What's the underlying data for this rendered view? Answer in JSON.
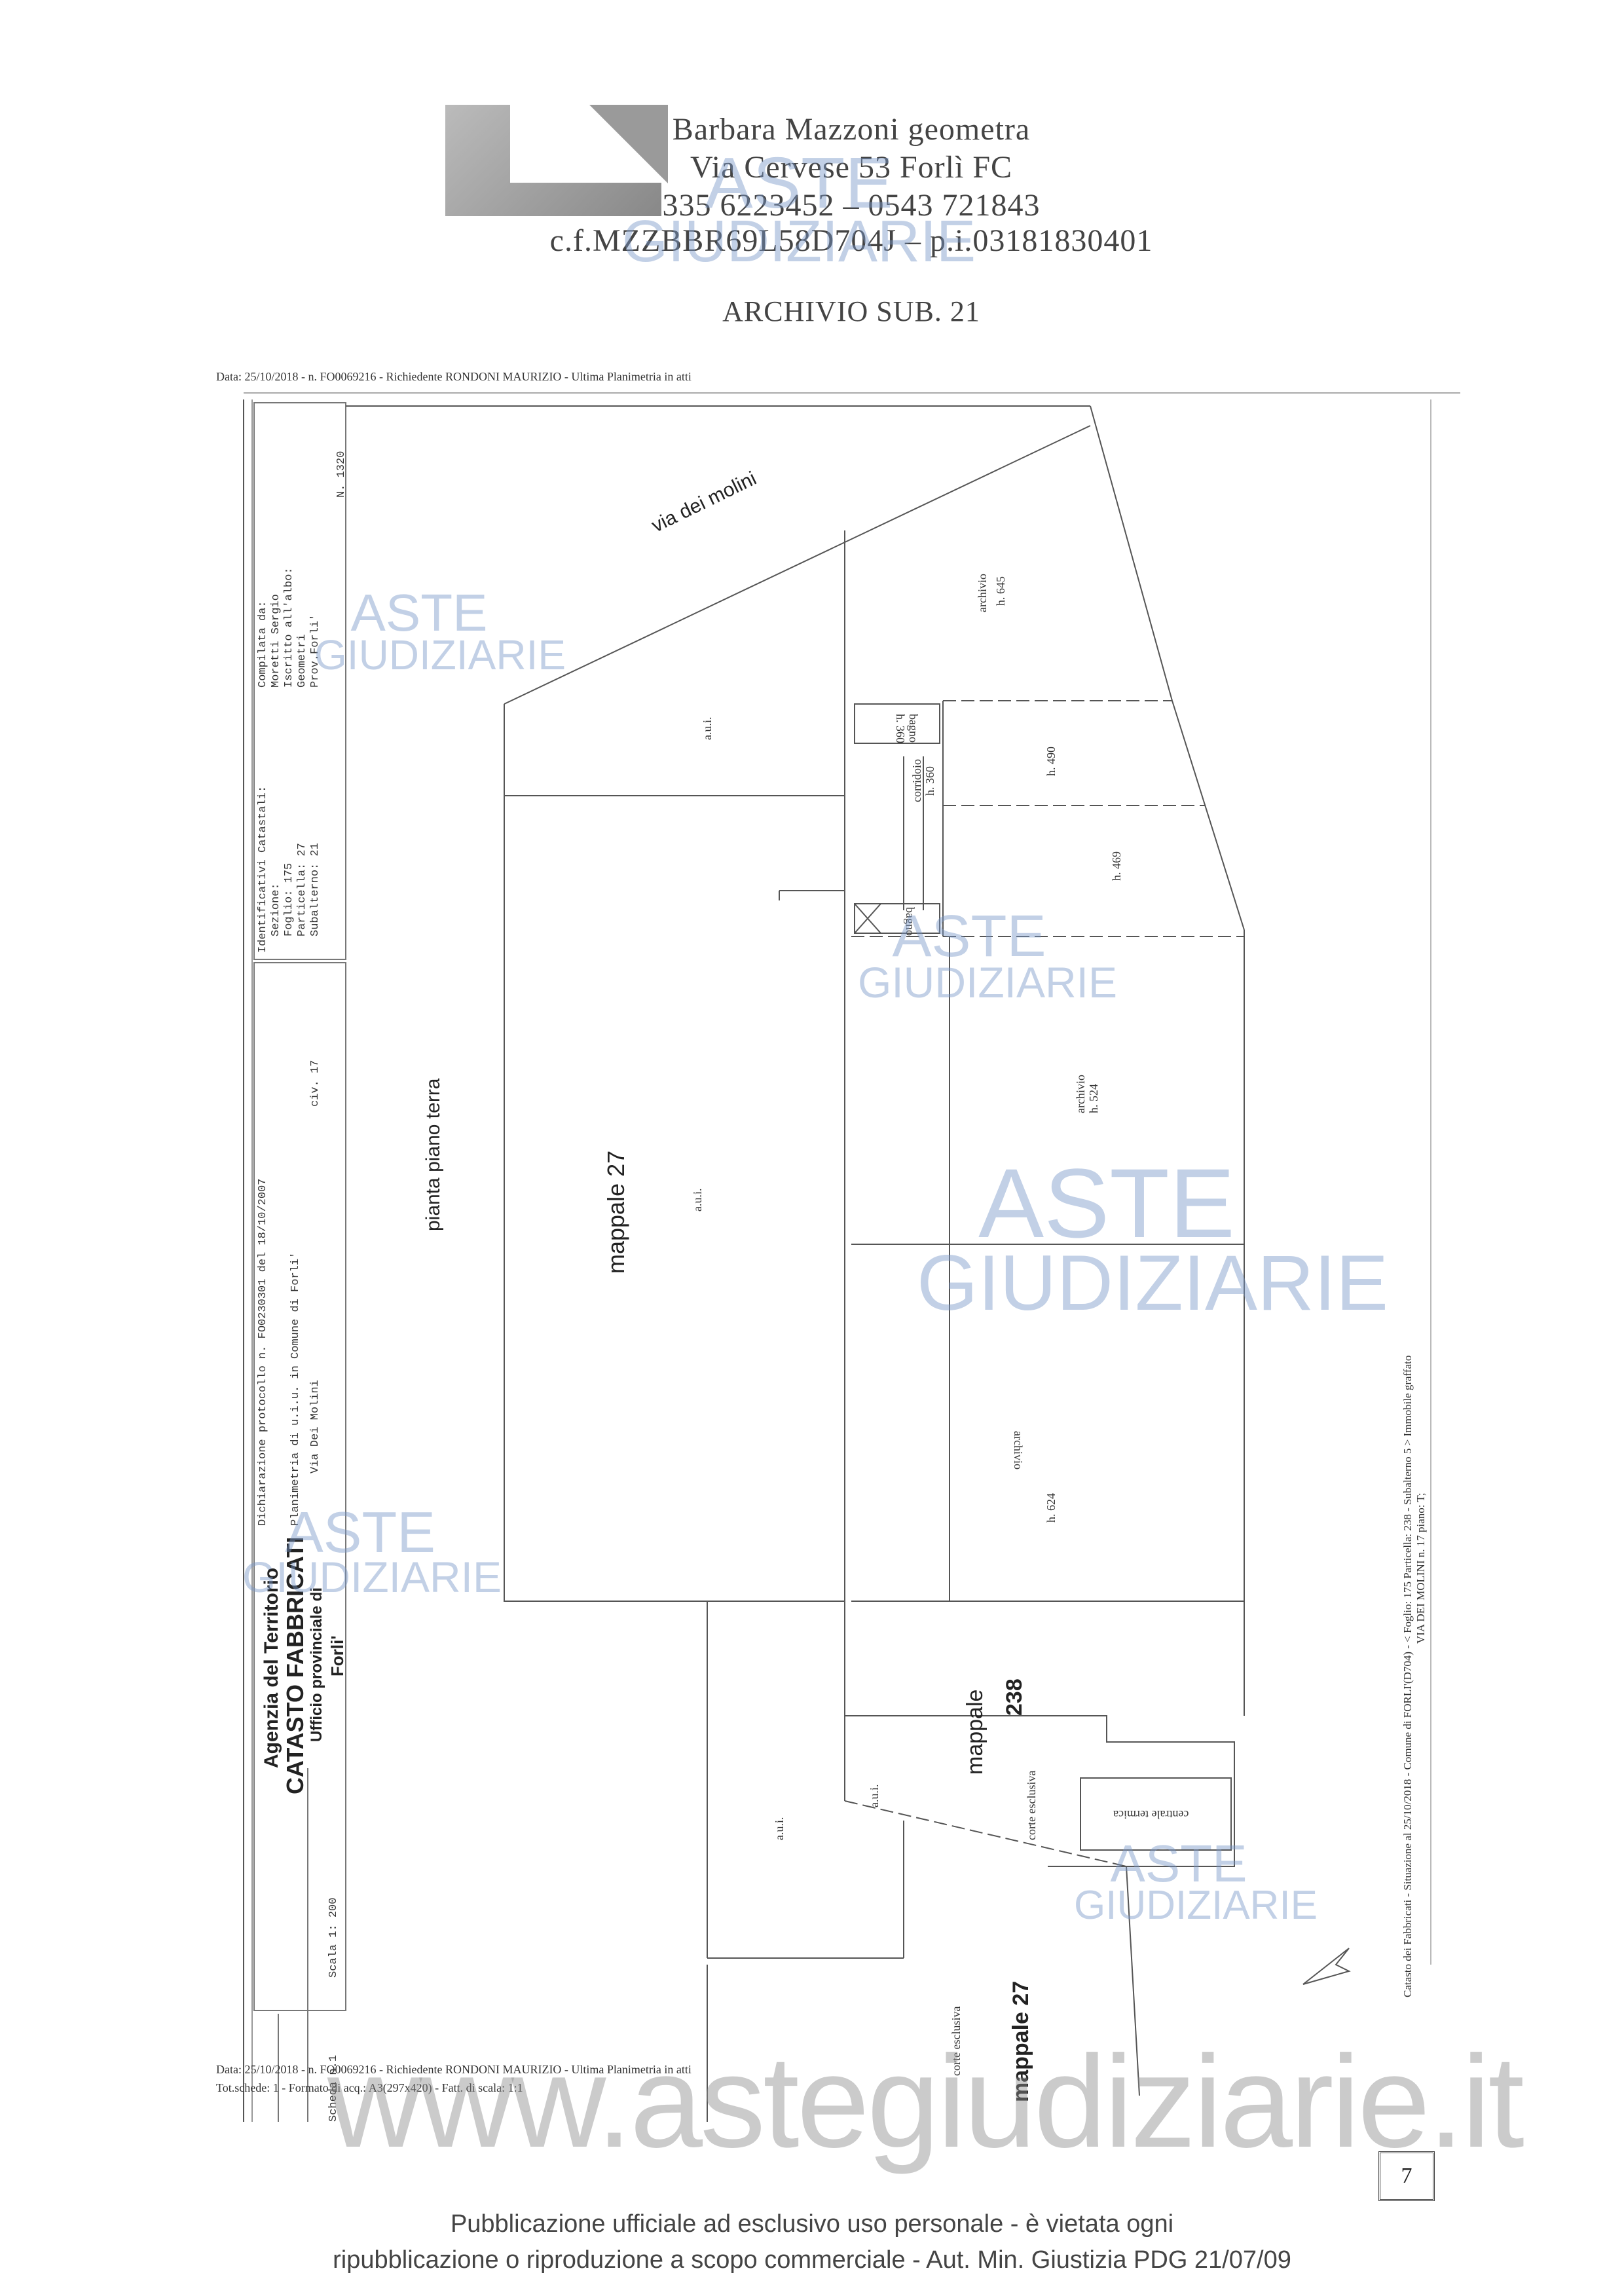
{
  "header": {
    "line1": "Barbara Mazzoni geometra",
    "line2": "Via Cervese 53 Forlì FC",
    "line3": "335 6223452 – 0543 721843",
    "line4": "c.f.MZZBBR69L58D704J – p.i.03181830401",
    "line5": "ARCHIVIO SUB. 21"
  },
  "top_note": "Data: 25/10/2018 - n. FO0069216 - Richiedente RONDONI MAURIZIO - Ultima Planimetria in atti",
  "bottom_note_1": "Data: 25/10/2018 - n. FO0069216 - Richiedente RONDONI MAURIZIO - Ultima Planimetria in atti",
  "bottom_note_2": "Tot.schede: 1 - Formato di acq.: A3(297x420) - Fatt. di scala: 1:1",
  "left_panel": {
    "agency_1": "Agenzia del Territorio",
    "agency_2": "CATASTO FABBRICATI",
    "agency_3": "Ufficio provinciale di",
    "agency_4": "Forli'",
    "dichiarazione": "Dichiarazione protocollo n. FO0230301 del 18/10/2007",
    "planimetria": "Planimetria di u.i.u. in Comune di Forli'",
    "via": "Via Dei Molini",
    "civ": "civ. 17",
    "ident_title": "Identificativi Catastali:",
    "sezione": "Sezione:",
    "foglio": "Foglio: 175",
    "particella": "Particella: 27",
    "subalterno": "Subalterno: 21",
    "compilata": "Compilata da:",
    "nome": "Moretti Sergio",
    "iscritto": "Iscritto all'albo:",
    "albo": "Geometri",
    "prov": "Prov.Forli'",
    "numero": "N. 1320",
    "scheda": "Scheda n.1",
    "scala": "Scala 1: 200",
    "pianta": "pianta piano terra"
  },
  "right_note": {
    "line1": "Catasto dei Fabbricati - Situazione al 25/10/2018 - Comune di FORLI'(D704) - < Foglio: 175 Particella: 238 - Subalterno 5 > Immobile graffato",
    "line2": "VIA DEI MOLINI n. 17 piano: T;"
  },
  "plan_labels": {
    "via_dei_molini": "via dei molini",
    "mappale_27": "mappale 27",
    "mappale_27_b": "mappale 27",
    "mappale_238_a": "mappale",
    "mappale_238_b": "238",
    "aui_1": "a.u.i.",
    "aui_2": "a.u.i.",
    "aui_3": "a.u.i.",
    "aui_4": "a.u.i.",
    "archivio_645": "archivio",
    "h645": "h. 645",
    "h490": "h. 490",
    "h469": "h. 469",
    "bagno_1": "bagno",
    "h360a": "h. 360",
    "corridoio": "corridoio",
    "h360b": "h. 360",
    "bagno_2": "bagno",
    "archivio_524": "archivio",
    "h524": "h. 524",
    "archivio_624": "archivio",
    "h624": "h. 624",
    "corte_1": "corte esclusiva",
    "corte_2": "corte esclusiva",
    "centrale": "centrale termica"
  },
  "watermarks": {
    "aste": "ASTE",
    "giudiziarie": "GIUDIZIARIE",
    "site": "www.astegiudiziarie.it"
  },
  "page_number": "7",
  "footer": {
    "line1": "Pubblicazione ufficiale ad esclusivo uso personale - è vietata ogni",
    "line2": "ripubblicazione o riproduzione a scopo commerciale - Aut. Min. Giustizia PDG 21/07/09"
  }
}
